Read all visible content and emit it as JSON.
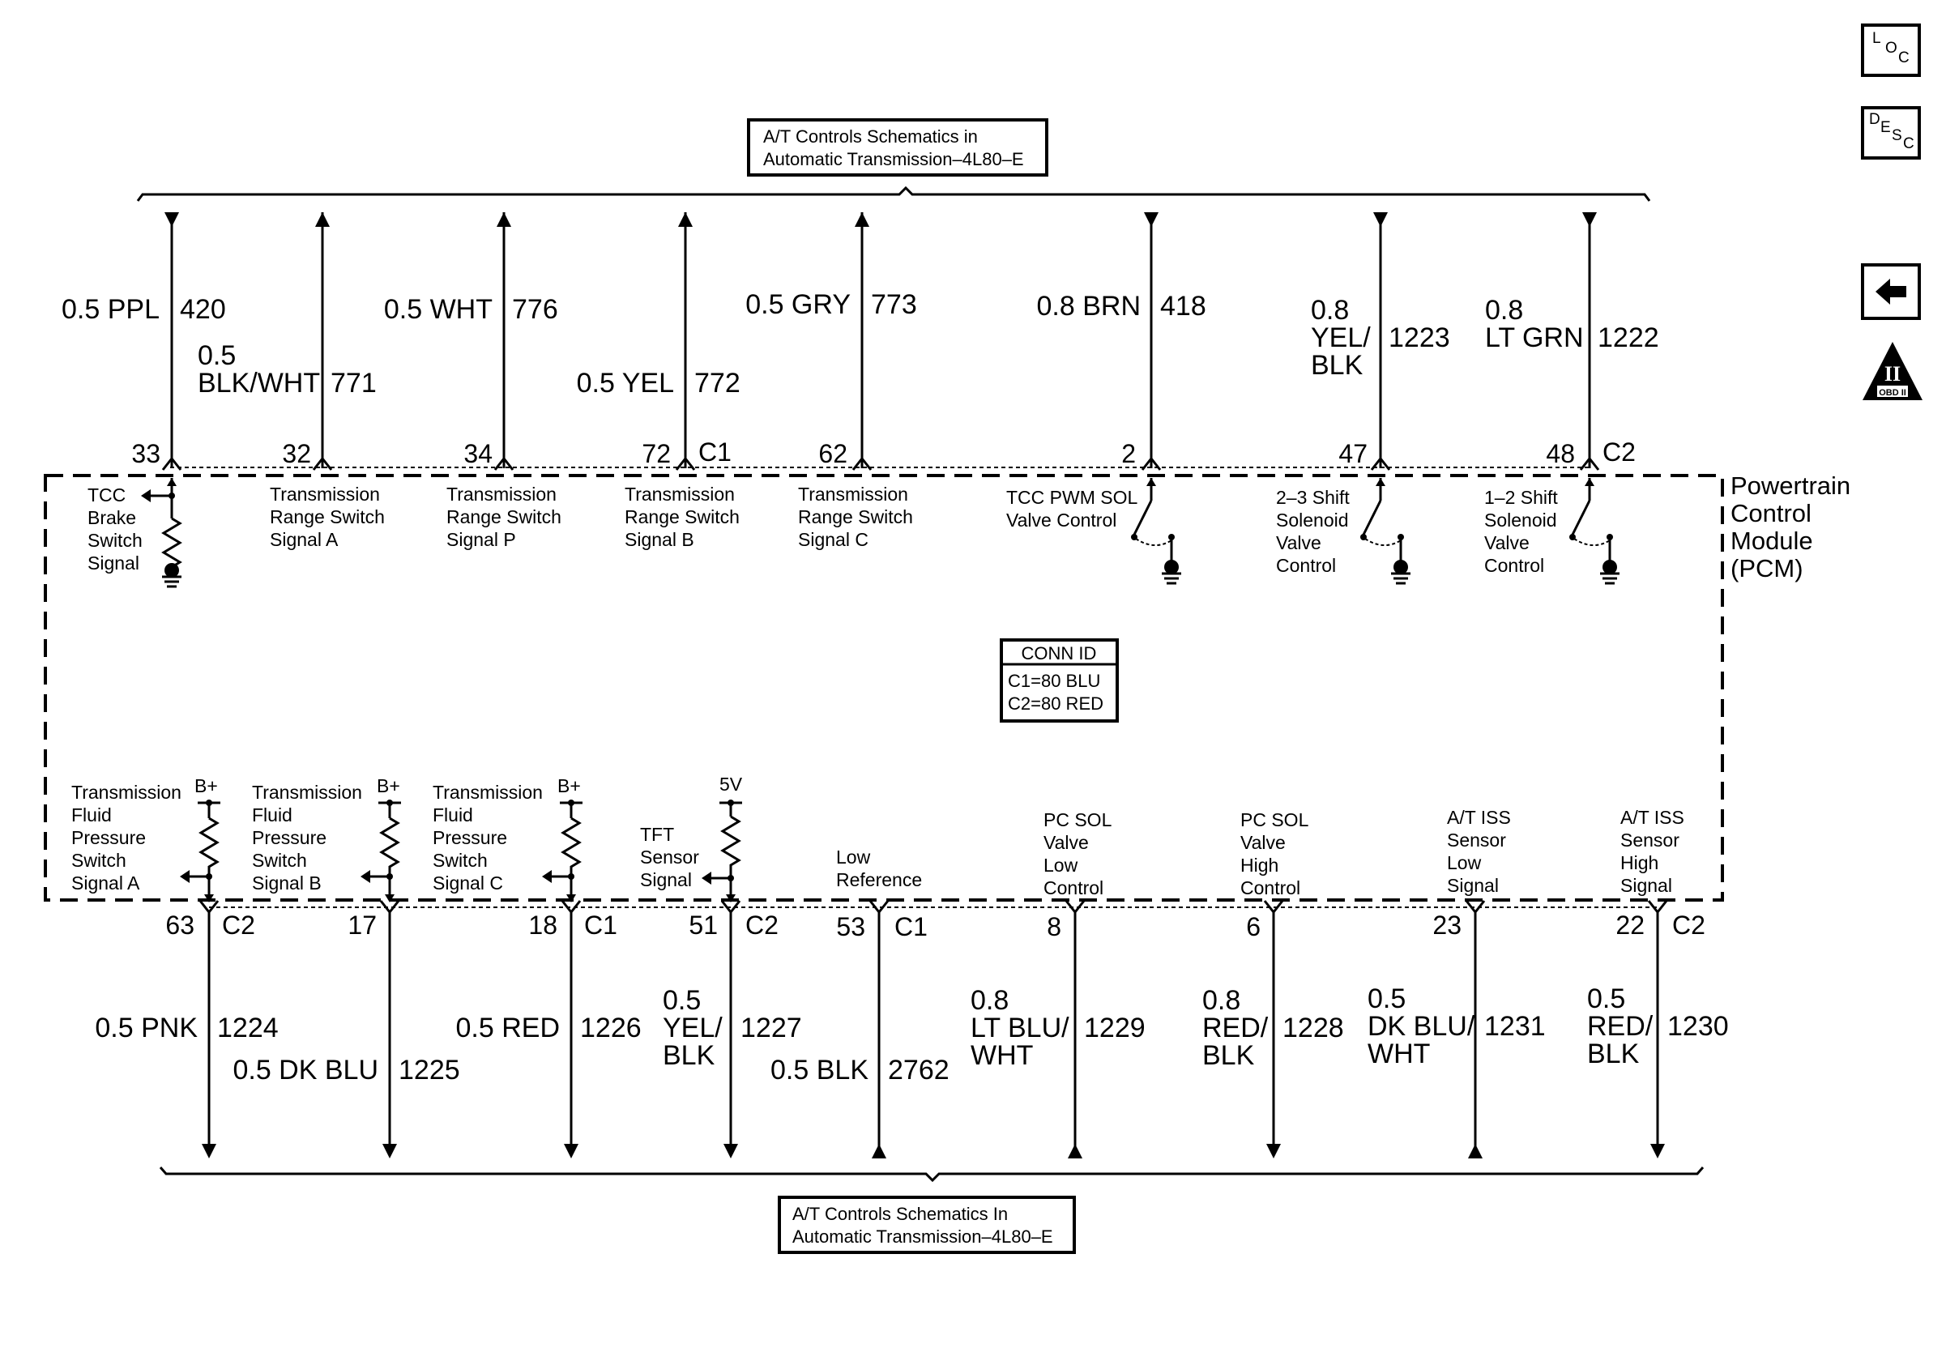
{
  "top_reference": {
    "line1": "A/T Controls Schematics in",
    "line2": "Automatic Transmission–4L80–E"
  },
  "bottom_reference": {
    "line1": "A/T Controls Schematics In",
    "line2": "Automatic Transmission–4L80–E"
  },
  "module": {
    "line1": "Powertrain",
    "line2": "Control",
    "line3": "Module",
    "line4": "(PCM)"
  },
  "conn_id": {
    "title": "CONN ID",
    "c1": "C1=80 BLU",
    "c2": "C2=80 RED"
  },
  "side_buttons": {
    "loc": [
      "L",
      "O",
      "C"
    ],
    "desc": [
      "D",
      "E",
      "S",
      "C"
    ],
    "obd_numeral": "II",
    "obd_label": "OBD II"
  },
  "top_wires": [
    {
      "color": [
        "0.5 PPL"
      ],
      "circuit": "420",
      "pin": "33",
      "connector": "",
      "label": [
        "TCC",
        "Brake",
        "Switch",
        "Signal"
      ],
      "arrow": "down"
    },
    {
      "color": [
        "0.5",
        "BLK/WHT"
      ],
      "circuit": "771",
      "pin": "32",
      "connector": "",
      "label": [
        "Transmission",
        "Range Switch",
        "Signal A"
      ],
      "arrow": "up"
    },
    {
      "color": [
        "0.5 WHT"
      ],
      "circuit": "776",
      "pin": "34",
      "connector": "",
      "label": [
        "Transmission",
        "Range Switch",
        "Signal P"
      ],
      "arrow": "up"
    },
    {
      "color": [
        "0.5 YEL"
      ],
      "circuit": "772",
      "pin": "72",
      "connector": "C1",
      "label": [
        "Transmission",
        "Range Switch",
        "Signal B"
      ],
      "arrow": "up"
    },
    {
      "color": [
        "0.5 GRY"
      ],
      "circuit": "773",
      "pin": "62",
      "connector": "",
      "label": [
        "Transmission",
        "Range Switch",
        "Signal C"
      ],
      "arrow": "up"
    },
    {
      "color": [
        "0.8 BRN"
      ],
      "circuit": "418",
      "pin": "2",
      "connector": "",
      "label": [
        "TCC PWM SOL",
        "Valve Control"
      ],
      "arrow": "down"
    },
    {
      "color": [
        "0.8",
        "YEL/",
        "BLK"
      ],
      "circuit": "1223",
      "pin": "47",
      "connector": "",
      "label": [
        "2–3 Shift",
        "Solenoid",
        "Valve",
        "Control"
      ],
      "arrow": "down"
    },
    {
      "color": [
        "0.8",
        "LT GRN"
      ],
      "circuit": "1222",
      "pin": "48",
      "connector": "C2",
      "label": [
        "1–2 Shift",
        "Solenoid",
        "Valve",
        "Control"
      ],
      "arrow": "down"
    }
  ],
  "bottom_wires": [
    {
      "color": [
        "0.5 PNK"
      ],
      "circuit": "1224",
      "pin": "63",
      "connector": "C2",
      "supply": "B+",
      "label": [
        "Transmission",
        "Fluid",
        "Pressure",
        "Switch",
        "Signal A"
      ],
      "arrow": "down"
    },
    {
      "color": [
        "0.5 DK BLU"
      ],
      "circuit": "1225",
      "pin": "17",
      "connector": "",
      "supply": "B+",
      "label": [
        "Transmission",
        "Fluid",
        "Pressure",
        "Switch",
        "Signal B"
      ],
      "arrow": "down"
    },
    {
      "color": [
        "0.5 RED"
      ],
      "circuit": "1226",
      "pin": "18",
      "connector": "C1",
      "supply": "B+",
      "label": [
        "Transmission",
        "Fluid",
        "Pressure",
        "Switch",
        "Signal C"
      ],
      "arrow": "down"
    },
    {
      "color": [
        "0.5",
        "YEL/",
        "BLK"
      ],
      "circuit": "1227",
      "pin": "51",
      "connector": "C2",
      "supply": "5V",
      "label": [
        "TFT",
        "Sensor",
        "Signal"
      ],
      "arrow": "down"
    },
    {
      "color": [
        "0.5 BLK"
      ],
      "circuit": "2762",
      "pin": "53",
      "connector": "C1",
      "supply": "",
      "label": [
        "Low",
        "Reference"
      ],
      "arrow": "up"
    },
    {
      "color": [
        "0.8",
        "LT BLU/",
        "WHT"
      ],
      "circuit": "1229",
      "pin": "8",
      "connector": "",
      "supply": "",
      "label": [
        "PC SOL",
        "Valve",
        "Low",
        "Control"
      ],
      "arrow": "up"
    },
    {
      "color": [
        "0.8",
        "RED/",
        "BLK"
      ],
      "circuit": "1228",
      "pin": "6",
      "connector": "",
      "supply": "",
      "label": [
        "PC SOL",
        "Valve",
        "High",
        "Control"
      ],
      "arrow": "down"
    },
    {
      "color": [
        "0.5",
        "DK BLU/",
        "WHT"
      ],
      "circuit": "1231",
      "pin": "23",
      "connector": "",
      "supply": "",
      "label": [
        "A/T ISS",
        "Sensor",
        "Low",
        "Signal"
      ],
      "arrow": "up"
    },
    {
      "color": [
        "0.5",
        "RED/",
        "BLK"
      ],
      "circuit": "1230",
      "pin": "22",
      "connector": "C2",
      "supply": "",
      "label": [
        "A/T ISS",
        "Sensor",
        "High",
        "Signal"
      ],
      "arrow": "down"
    }
  ]
}
